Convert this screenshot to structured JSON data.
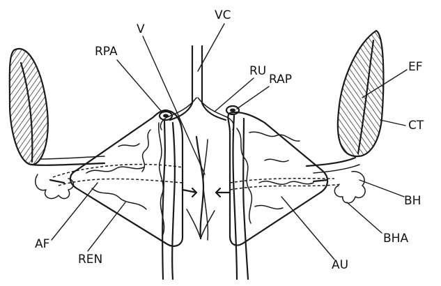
{
  "labels": {
    "V": "V",
    "VC": "VC",
    "RPA": "RPA",
    "RU": "RU",
    "RAP": "RAP",
    "EF": "EF",
    "CT": "CT",
    "BH": "BH",
    "BHA": "BHA",
    "AU": "AU",
    "AF": "AF",
    "REN": "REN"
  }
}
